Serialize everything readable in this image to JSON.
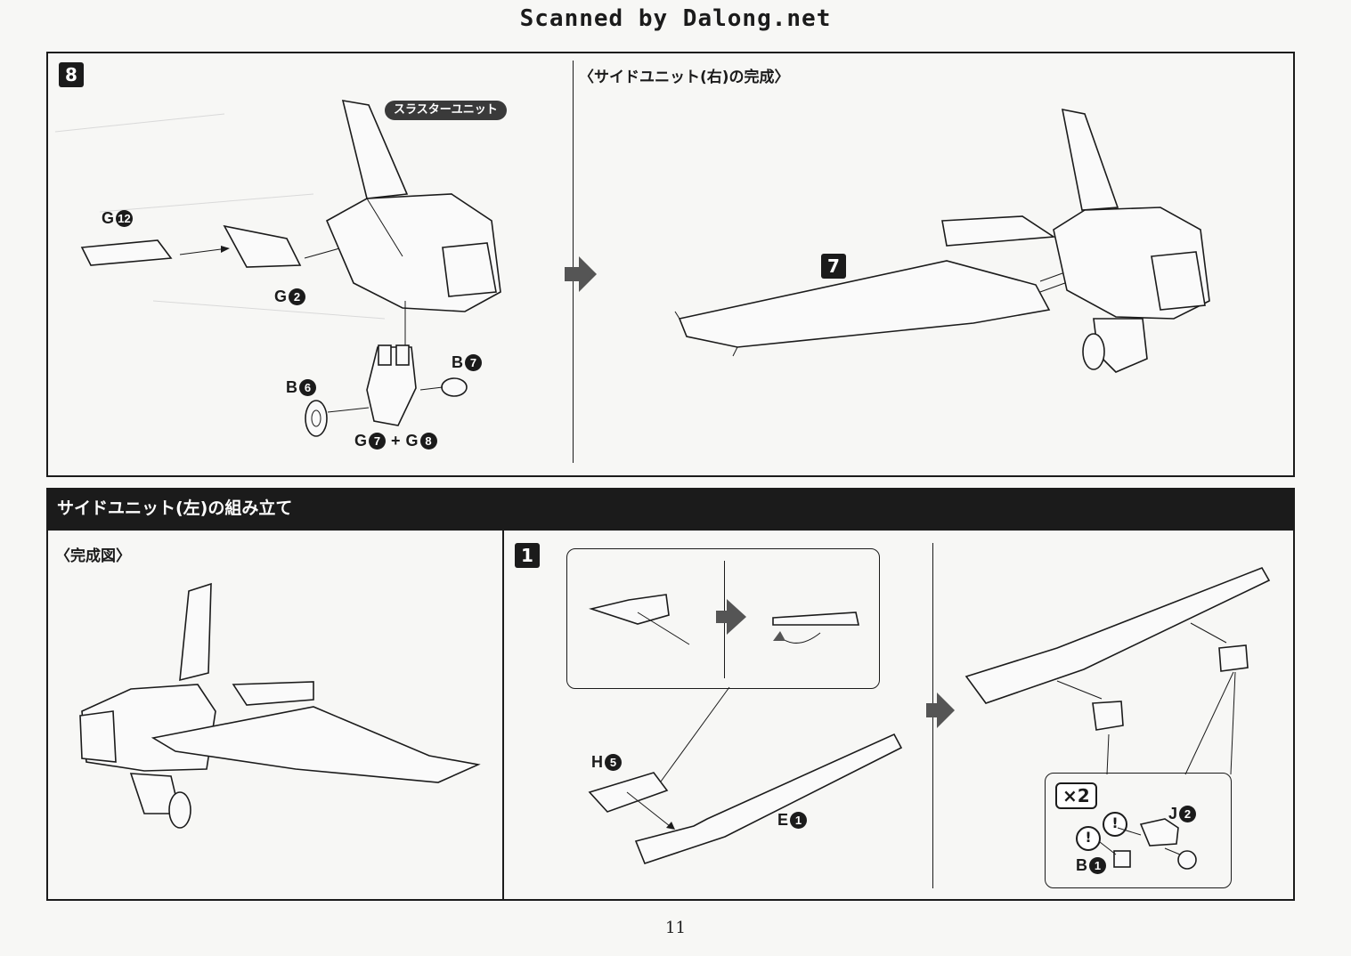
{
  "header": {
    "brand": "Scanned by Dalong.net"
  },
  "step8": {
    "badge": "8",
    "thruster_label": "スラスターユニット",
    "parts": {
      "g12": {
        "letter": "G",
        "num": "12"
      },
      "g2": {
        "letter": "G",
        "num": "2"
      },
      "b7": {
        "letter": "B",
        "num": "7"
      },
      "b6": {
        "letter": "B",
        "num": "6"
      },
      "g7": {
        "letter": "G",
        "num": "7"
      },
      "plus": "+",
      "g8": {
        "letter": "G",
        "num": "8"
      }
    }
  },
  "complete_right": {
    "caption": "〈サイドユニット(右)の完成〉",
    "part7": "7"
  },
  "section": {
    "title": "サイドユニット(左)の組み立て"
  },
  "complete_view": {
    "caption": "〈完成図〉"
  },
  "step1": {
    "badge": "1",
    "parts": {
      "h5": {
        "letter": "H",
        "num": "5"
      },
      "e1": {
        "letter": "E",
        "num": "1"
      },
      "j2": {
        "letter": "J",
        "num": "2"
      },
      "b1": {
        "letter": "B",
        "num": "1"
      }
    },
    "multiplier": "×2",
    "warning_symbol": "!"
  },
  "footer": {
    "page_number": "11"
  }
}
